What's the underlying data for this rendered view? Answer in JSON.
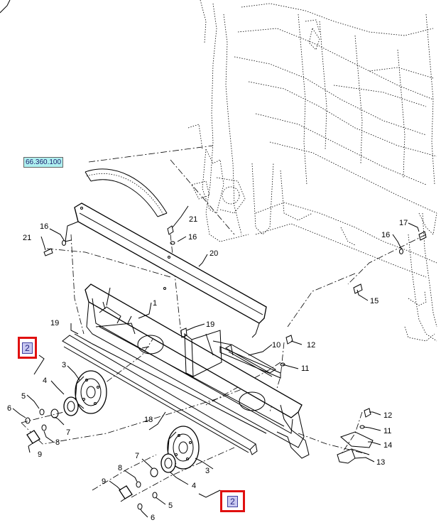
{
  "reference_link": "66.360.100",
  "callouts": [
    "2",
    "2"
  ],
  "part_labels": [
    "1",
    "3",
    "3",
    "4",
    "4",
    "5",
    "5",
    "6",
    "6",
    "7",
    "7",
    "8",
    "8",
    "9",
    "9",
    "10",
    "11",
    "11",
    "12",
    "12",
    "13",
    "14",
    "15",
    "16",
    "16",
    "16",
    "17",
    "18",
    "19",
    "19",
    "20",
    "21",
    "21"
  ]
}
